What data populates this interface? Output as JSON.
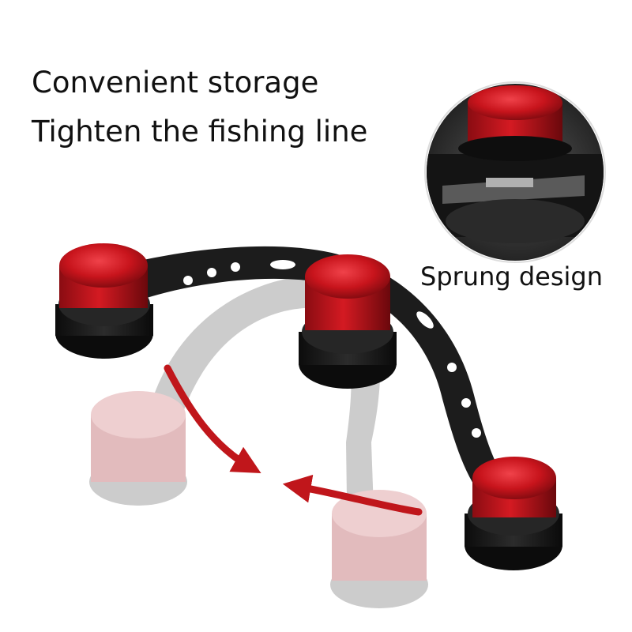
{
  "captions": {
    "line1": "Convenient storage",
    "line2": "Tighten the fishing line"
  },
  "callout": {
    "label": "Sprung design"
  },
  "colors": {
    "knob_red": "#c8141c",
    "arm_black": "#1c1c1c",
    "arrow_red": "#c0161b",
    "ghost": "#b8b8b8"
  },
  "icons": {
    "motion_arrows": "curved-arrow-icon",
    "detail_zoom": "magnifier-circle"
  }
}
